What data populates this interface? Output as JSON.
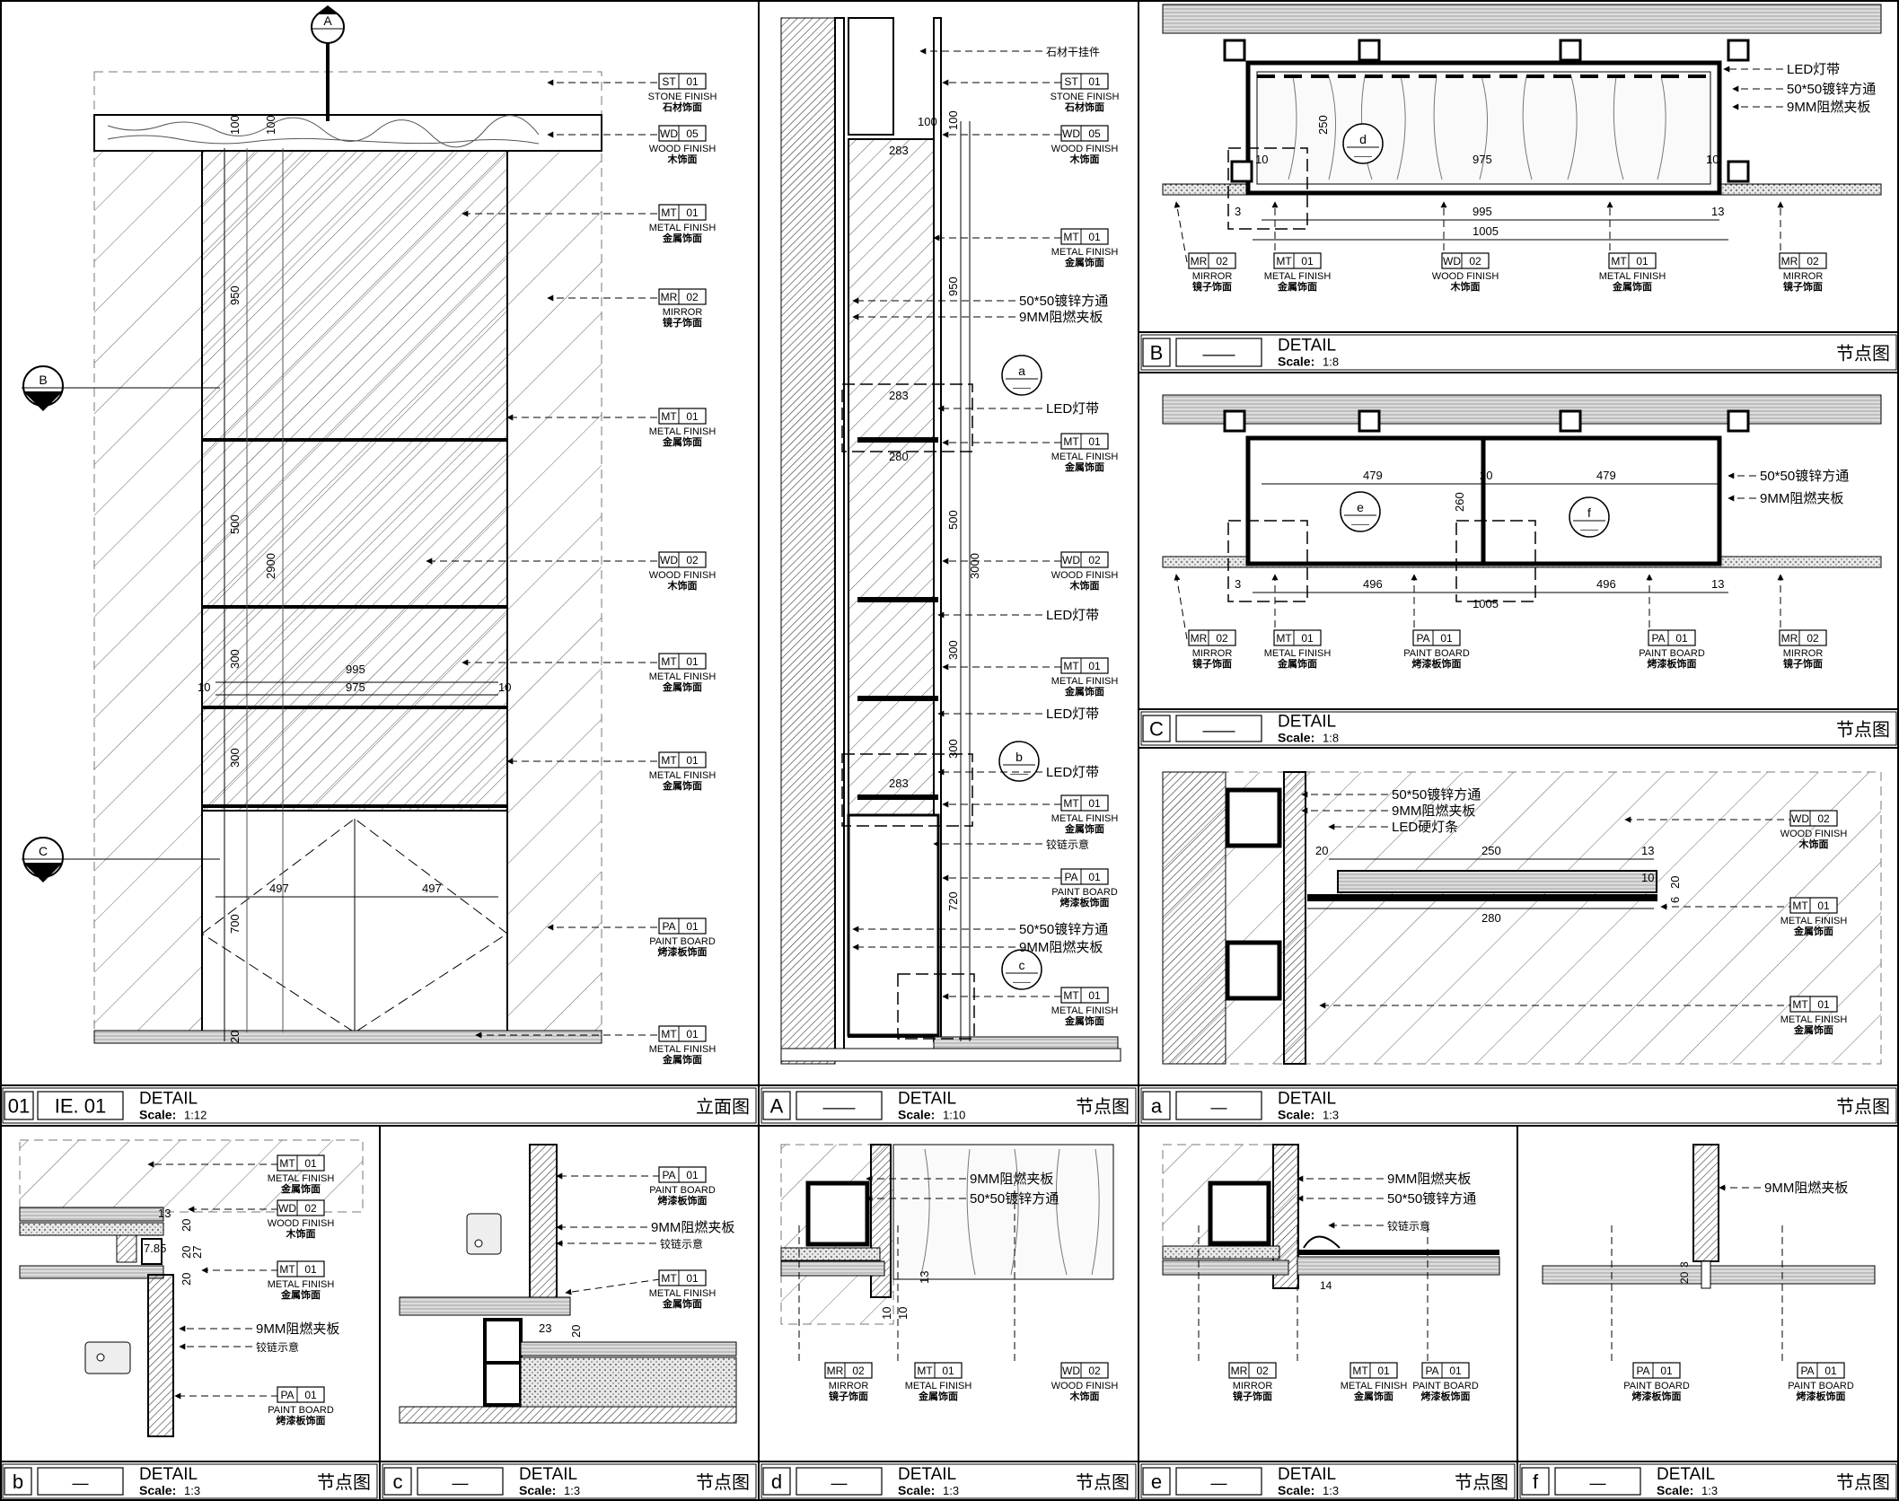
{
  "panels": {
    "elev": {
      "num": "01",
      "code": "IE. 01",
      "title": "DETAIL",
      "scale_label": "Scale:",
      "scale": "1:12",
      "type": "立面图"
    },
    "A": {
      "num": "A",
      "code": "——",
      "title": "DETAIL",
      "scale_label": "Scale:",
      "scale": "1:10",
      "type": "节点图"
    },
    "B": {
      "num": "B",
      "code": "——",
      "title": "DETAIL",
      "scale_label": "Scale:",
      "scale": "1:8",
      "type": "节点图"
    },
    "C": {
      "num": "C",
      "code": "——",
      "title": "DETAIL",
      "scale_label": "Scale:",
      "scale": "1:8",
      "type": "节点图"
    },
    "a": {
      "num": "a",
      "code": "—",
      "title": "DETAIL",
      "scale_label": "Scale:",
      "scale": "1:3",
      "type": "节点图"
    },
    "b": {
      "num": "b",
      "code": "—",
      "title": "DETAIL",
      "scale_label": "Scale:",
      "scale": "1:3",
      "type": "节点图"
    },
    "c": {
      "num": "c",
      "code": "—",
      "title": "DETAIL",
      "scale_label": "Scale:",
      "scale": "1:3",
      "type": "节点图"
    },
    "d": {
      "num": "d",
      "code": "—",
      "title": "DETAIL",
      "scale_label": "Scale:",
      "scale": "1:3",
      "type": "节点图"
    },
    "e": {
      "num": "e",
      "code": "—",
      "title": "DETAIL",
      "scale_label": "Scale:",
      "scale": "1:3",
      "type": "节点图"
    },
    "f": {
      "num": "f",
      "code": "—",
      "title": "DETAIL",
      "scale_label": "Scale:",
      "scale": "1:3",
      "type": "节点图"
    }
  },
  "materials": {
    "ST01": {
      "code": "ST",
      "num": "01",
      "en": "STONE FINISH",
      "cn": "石材饰面"
    },
    "WD05": {
      "code": "WD",
      "num": "05",
      "en": "WOOD FINISH",
      "cn": "木饰面"
    },
    "WD02": {
      "code": "WD",
      "num": "02",
      "en": "WOOD FINISH",
      "cn": "木饰面"
    },
    "MT01": {
      "code": "MT",
      "num": "01",
      "en": "METAL FINISH",
      "cn": "金属饰面"
    },
    "MR02": {
      "code": "MR",
      "num": "02",
      "en": "MIRROR",
      "cn": "镜子饰面"
    },
    "PA01": {
      "code": "PA",
      "num": "01",
      "en": "PAINT BOARD",
      "cn": "烤漆板饰面"
    }
  },
  "notes": {
    "stone_hanger": "石材干挂件",
    "tube": "50*50镀锌方通",
    "board": "9MM阻燃夹板",
    "led": "LED灯带",
    "led_strip": "LED硬灯条",
    "hinge": "铰链示意"
  },
  "callouts": {
    "A": "A",
    "B": "B",
    "C": "C",
    "a": "a",
    "b": "b",
    "c": "c",
    "d": "d",
    "e": "e",
    "f": "f",
    "dash": "——"
  },
  "dims": {
    "elev": [
      "100",
      "100",
      "950",
      "2900",
      "500",
      "300",
      "995",
      "975",
      "10",
      "10",
      "300",
      "497",
      "497",
      "700",
      "20"
    ],
    "A": [
      "100",
      "100",
      "283",
      "950",
      "283",
      "280",
      "500",
      "3000",
      "300",
      "300",
      "283",
      "720"
    ],
    "B": [
      "250",
      "10",
      "975",
      "10",
      "995",
      "1005",
      "3",
      "13"
    ],
    "C": [
      "479",
      "20",
      "479",
      "260",
      "3",
      "496",
      "1005",
      "496",
      "13"
    ],
    "a": [
      "20",
      "250",
      "13",
      "10",
      "20",
      "6",
      "280"
    ],
    "b": [
      "13",
      "20",
      "7.85",
      "20",
      "20",
      "27"
    ],
    "c": [
      "23",
      "20"
    ],
    "d": [
      "13",
      "10",
      "10"
    ],
    "e": [
      "14"
    ],
    "f": [
      "20",
      "3"
    ]
  }
}
